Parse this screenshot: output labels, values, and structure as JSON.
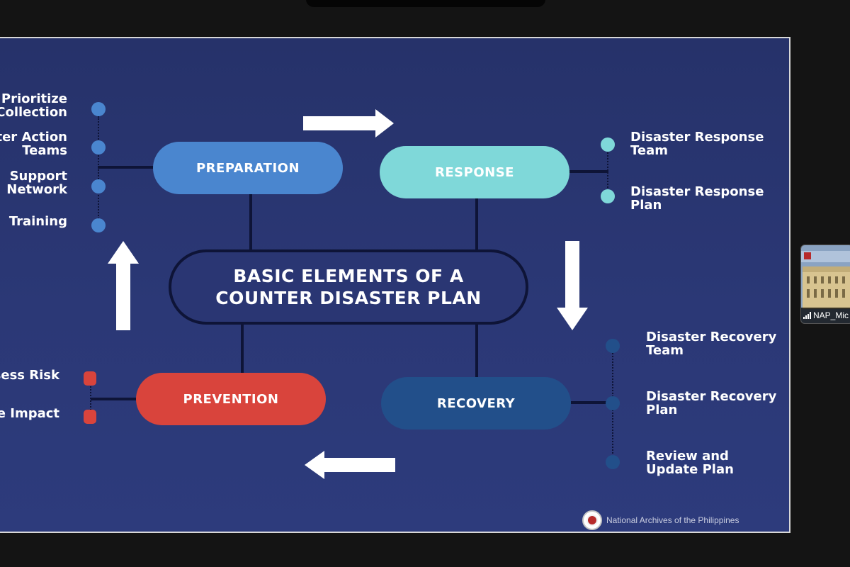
{
  "slide": {
    "title_line1": "BASIC ELEMENTS OF A",
    "title_line2": "COUNTER DISASTER PLAN",
    "phases": {
      "preparation": "PREPARATION",
      "response": "RESPONSE",
      "prevention": "PREVENTION",
      "recovery": "RECOVERY"
    },
    "preparation_items": [
      "Prioritize\nCollection",
      "ter Action\nTeams",
      "Support\nNetwork",
      "Training"
    ],
    "response_items": [
      "Disaster Response\nTeam",
      "Disaster Response\nPlan"
    ],
    "prevention_items": [
      "sess Risk",
      "e Impact"
    ],
    "recovery_items": [
      "Disaster Recovery\nTeam",
      "Disaster Recovery\nPlan",
      "Review and\nUpdate Plan"
    ],
    "footer": "National Archives of the Philippines"
  },
  "participant": {
    "name": "NAP_Mic"
  },
  "colors": {
    "slide_bg": "#2a3673",
    "preparation": "#4a86cf",
    "response": "#7fd8d9",
    "prevention": "#d9443c",
    "recovery": "#224f8a",
    "connector": "#0e1437"
  }
}
